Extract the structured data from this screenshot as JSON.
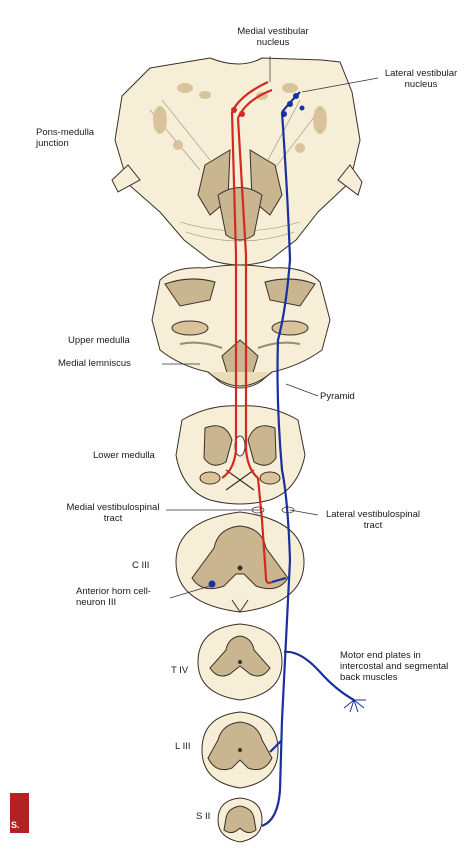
{
  "labels": {
    "medial_vestibular_nucleus": [
      "Medial vestibular",
      "nucleus"
    ],
    "lateral_vestibular_nucleus": [
      "Lateral vestibular",
      "nucleus"
    ],
    "pons_medulla_junction": [
      "Pons-medulla",
      "junction"
    ],
    "upper_medulla": "Upper medulla",
    "medial_lemniscus": "Medial lemniscus",
    "pyramid": "Pyramid",
    "lower_medulla": "Lower medulla",
    "medial_vestibulospinal_tract": [
      "Medial vestibulospinal",
      "tract"
    ],
    "lateral_vestibulospinal_tract": [
      "Lateral vestibulospinal",
      "tract"
    ],
    "c_iii": "C III",
    "anterior_horn_cell": [
      "Anterior horn cell-",
      "neuron III"
    ],
    "motor_end_plates": [
      "Motor end plates in",
      "intercostal and segmental",
      "back muscles"
    ],
    "t_iv": "T IV",
    "l_iii": "L III",
    "s_ii": "S II"
  },
  "badge": {
    "text": "S."
  },
  "colors": {
    "medial_tract": "#d42a1e",
    "lateral_tract": "#1a2fa0",
    "tissue": "#f6eed6",
    "gray_matter": "#c9b58f",
    "nuclei": "#d8c39a",
    "outline": "#3a3026"
  }
}
